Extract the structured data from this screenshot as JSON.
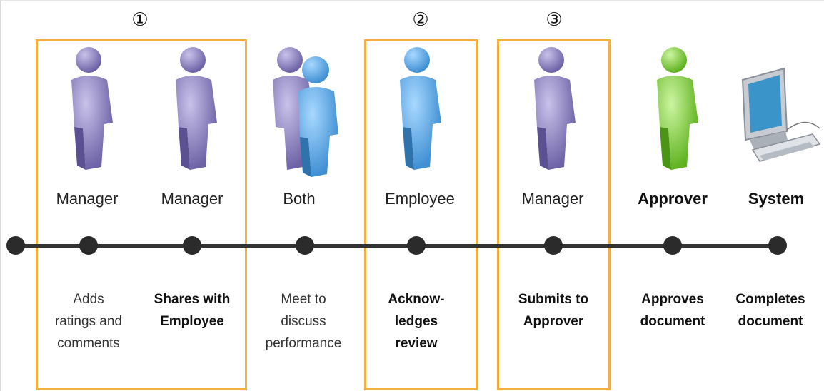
{
  "steps": [
    {
      "number": "①"
    },
    {
      "number": "②"
    },
    {
      "number": "③"
    }
  ],
  "roles": [
    {
      "label": "Manager"
    },
    {
      "label": "Manager"
    },
    {
      "label": "Both"
    },
    {
      "label": "Employee"
    },
    {
      "label": "Manager"
    },
    {
      "label": "Approver"
    },
    {
      "label": "System"
    }
  ],
  "actions": [
    {
      "lines": [
        "Adds",
        "ratings and",
        "comments"
      ]
    },
    {
      "lines": [
        "Shares with",
        "Employee"
      ]
    },
    {
      "lines": [
        "Meet to",
        "discuss",
        "performance"
      ]
    },
    {
      "lines": [
        "Acknow-",
        "ledges",
        "review"
      ]
    },
    {
      "lines": [
        "Submits to",
        "Approver"
      ]
    },
    {
      "lines": [
        "Approves",
        "document"
      ]
    },
    {
      "lines": [
        "Completes",
        "document"
      ]
    }
  ],
  "colors": {
    "manager": "#8a7fc0",
    "employee": "#5aa7e3",
    "approver": "#7fd23a",
    "box": "#f4b03e"
  }
}
